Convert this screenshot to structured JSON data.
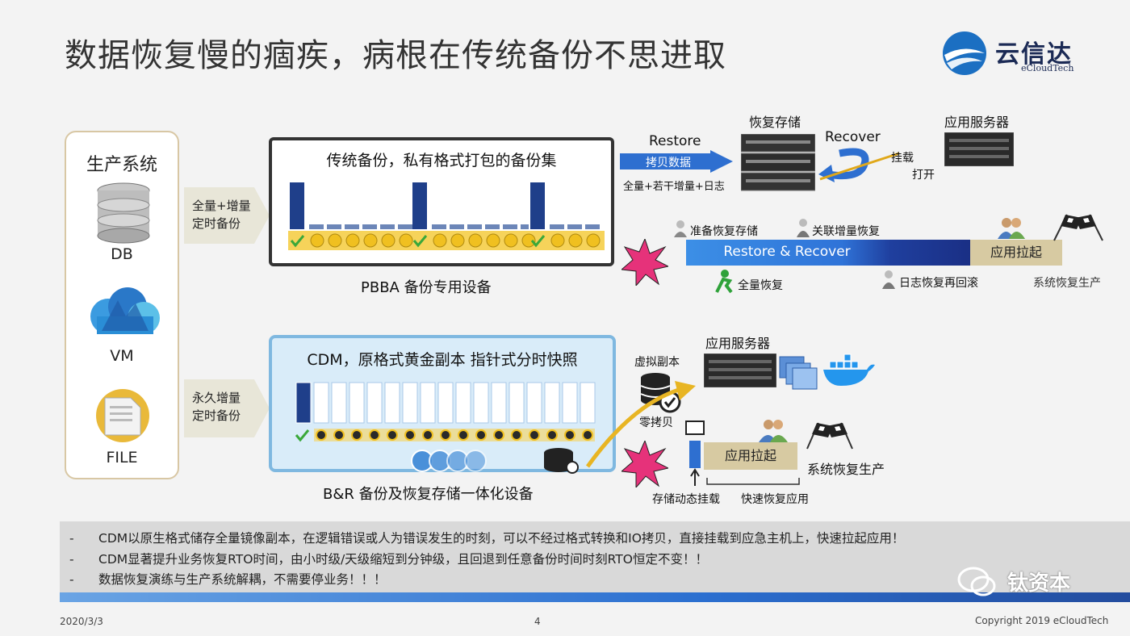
{
  "title": "数据恢复慢的痼疾，病根在传统备份不思进取",
  "logo": {
    "name": "云信达",
    "sub": "eCloudTech"
  },
  "production": {
    "title": "生产系统",
    "items": [
      "DB",
      "VM",
      "FILE"
    ]
  },
  "traditional": {
    "arrow_label": [
      "全量+增量",
      "定时备份"
    ],
    "box_title": "传统备份，私有格式打包的备份集",
    "caption": "PBBA 备份专用设备",
    "restore": {
      "label": "Restore",
      "sub": "拷贝数据",
      "note": "全量+若干增量+日志"
    },
    "storage_label": "恢复存储",
    "recover_label": "Recover",
    "mount_label": [
      "挂载",
      "打开"
    ],
    "app_server_label": "应用服务器",
    "timeline": {
      "bar_text": "Restore & Recover",
      "app_up": "应用拉起",
      "step_prepare": "准备恢复存储",
      "step_incr": "关联增量恢复",
      "step_full": "全量恢复",
      "step_log": "日志恢复再回滚",
      "end_label": "系统恢复生产"
    }
  },
  "cdm": {
    "arrow_label": [
      "永久增量",
      "定时备份"
    ],
    "box_title": "CDM，原格式黄金副本 指针式分时快照",
    "caption": "B&R 备份及恢复存储一体化设备",
    "virtual_copy": "虚拟副本",
    "zero_copy": "零拷贝",
    "app_server_label": "应用服务器",
    "app_up": "应用拉起",
    "end_label": "系统恢复生产",
    "mount_label": "存储动态挂载",
    "fast_label": "快速恢复应用"
  },
  "bullets": [
    "CDM以原生格式储存全量镜像副本，在逻辑错误或人为错误发生的时刻，可以不经过格式转换和IO拷贝，直接挂载到应急主机上，快速拉起应用！",
    "CDM显著提升业务恢复RTO时间，由小时级/天级缩短到分钟级，且回退到任意备份时间时刻RTO恒定不变！！",
    "数据恢复演练与生产系统解耦，不需要停业务！！！"
  ],
  "bullet_dash": "-",
  "footer": {
    "date": "2020/3/3",
    "page": "4",
    "copyright": "Copyright 2019 eCloudTech"
  },
  "watermark": "钛资本"
}
